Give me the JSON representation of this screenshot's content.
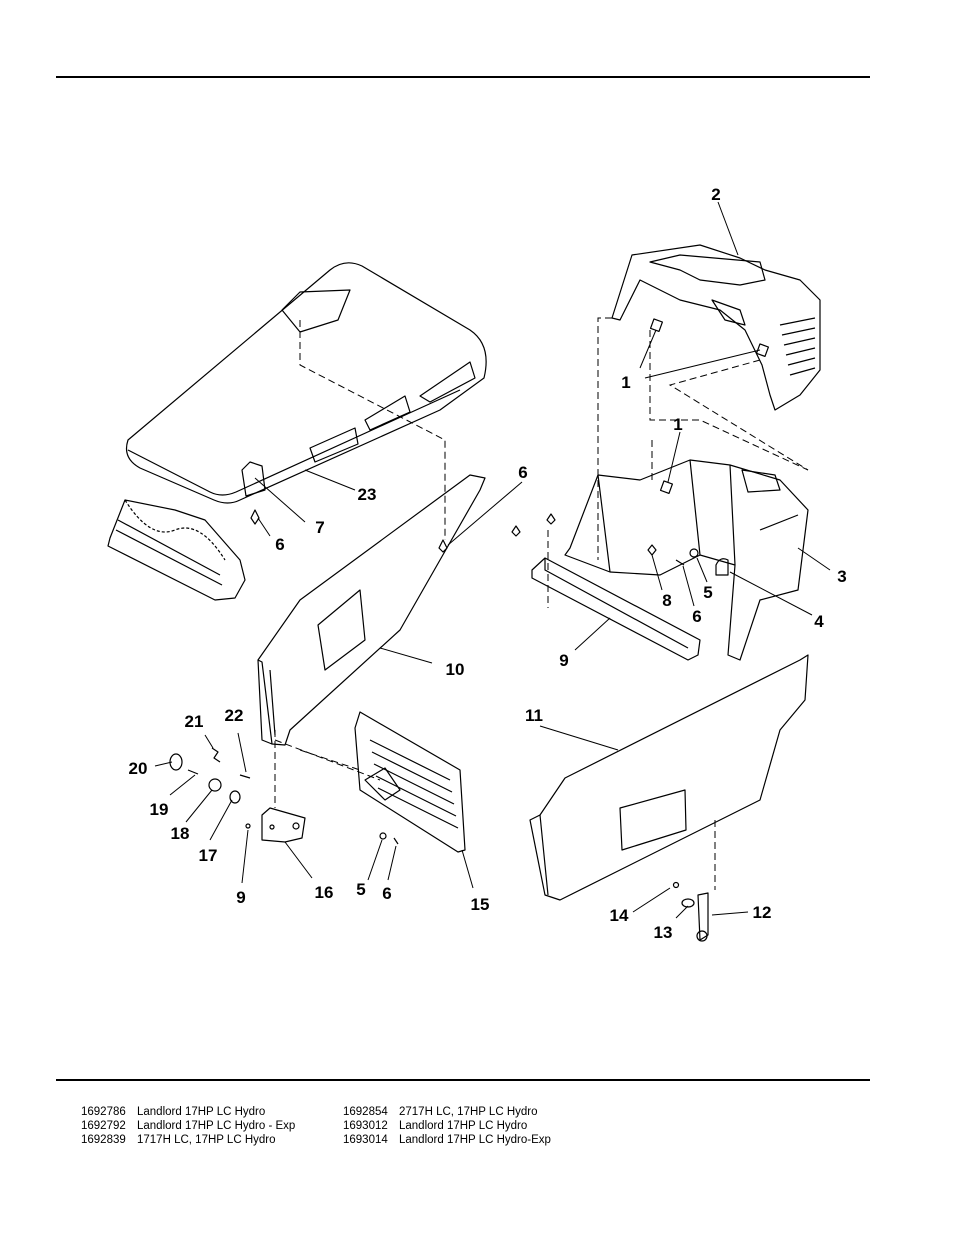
{
  "callouts": [
    {
      "id": "c1a",
      "text": "1"
    },
    {
      "id": "c1b",
      "text": "1"
    },
    {
      "id": "c2",
      "text": "2"
    },
    {
      "id": "c3",
      "text": "3"
    },
    {
      "id": "c4",
      "text": "4"
    },
    {
      "id": "c5a",
      "text": "5"
    },
    {
      "id": "c5b",
      "text": "5"
    },
    {
      "id": "c6a",
      "text": "6"
    },
    {
      "id": "c6b",
      "text": "6"
    },
    {
      "id": "c6c",
      "text": "6"
    },
    {
      "id": "c6d",
      "text": "6"
    },
    {
      "id": "c7",
      "text": "7"
    },
    {
      "id": "c8",
      "text": "8"
    },
    {
      "id": "c9a",
      "text": "9"
    },
    {
      "id": "c9b",
      "text": "9"
    },
    {
      "id": "c10",
      "text": "10"
    },
    {
      "id": "c11",
      "text": "11"
    },
    {
      "id": "c12",
      "text": "12"
    },
    {
      "id": "c13",
      "text": "13"
    },
    {
      "id": "c14",
      "text": "14"
    },
    {
      "id": "c15",
      "text": "15"
    },
    {
      "id": "c16",
      "text": "16"
    },
    {
      "id": "c17",
      "text": "17"
    },
    {
      "id": "c18",
      "text": "18"
    },
    {
      "id": "c19",
      "text": "19"
    },
    {
      "id": "c20",
      "text": "20"
    },
    {
      "id": "c21",
      "text": "21"
    },
    {
      "id": "c22",
      "text": "22"
    },
    {
      "id": "c23",
      "text": "23"
    }
  ],
  "models_left": [
    {
      "number": "1692786",
      "name": "Landlord 17HP LC Hydro"
    },
    {
      "number": "1692792",
      "name": "Landlord 17HP LC Hydro - Exp"
    },
    {
      "number": "1692839",
      "name": "1717H LC, 17HP LC Hydro"
    }
  ],
  "models_right": [
    {
      "number": "1692854",
      "name": "2717H LC, 17HP LC Hydro"
    },
    {
      "number": "1693012",
      "name": "Landlord 17HP LC Hydro"
    },
    {
      "number": "1693014",
      "name": "Landlord 17HP LC Hydro-Exp"
    }
  ]
}
